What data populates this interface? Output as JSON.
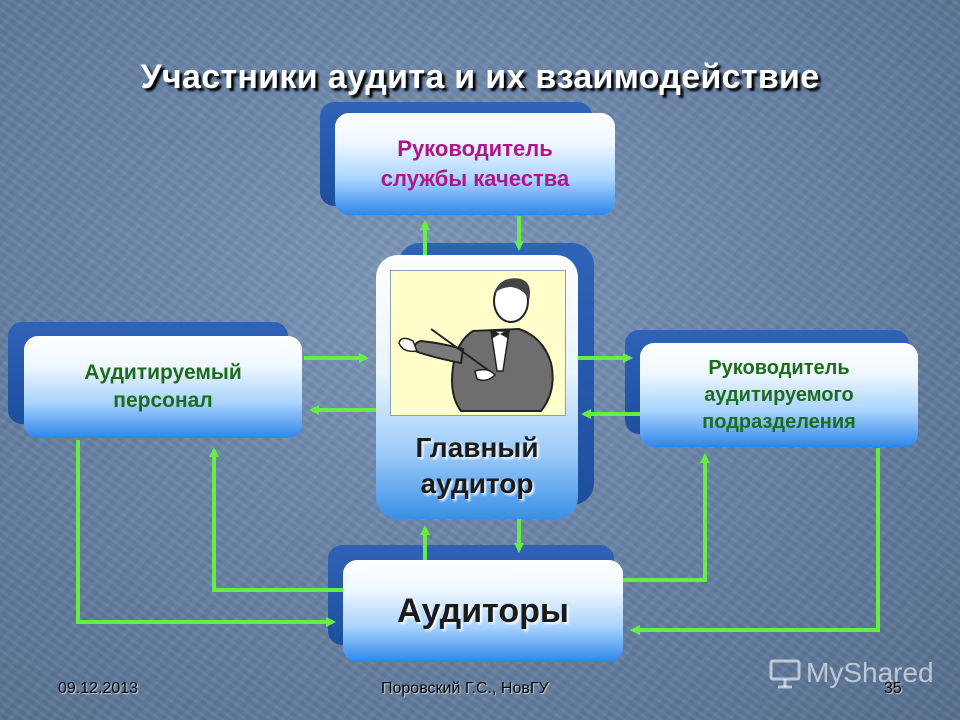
{
  "title": "Участники аудита и их взаимодействие",
  "boxes": {
    "quality_head": {
      "line1": "Руководитель",
      "line2": "службы качества"
    },
    "audited_staff": {
      "line1": "Аудитируемый",
      "line2": "персонал"
    },
    "unit_head": {
      "line1": "Руководитель",
      "line2": "аудитируемого",
      "line3": "подразделения"
    },
    "auditors": {
      "label": "Аудиторы"
    },
    "chief_auditor": {
      "line1": "Главный",
      "line2": "аудитор"
    }
  },
  "picture": {
    "icon": "conductor-clipart"
  },
  "footer": {
    "date": "09.12.2013",
    "author": "Поровский Г.С., НовГУ",
    "page": "35"
  },
  "watermark": {
    "text": "MyShared",
    "icon": "presentation-board-icon"
  },
  "colors": {
    "arrow": "#66ee44",
    "quality_head_text": "#b0168a",
    "box_text_green": "#1e6b1e",
    "title_text": "#ffffff"
  }
}
